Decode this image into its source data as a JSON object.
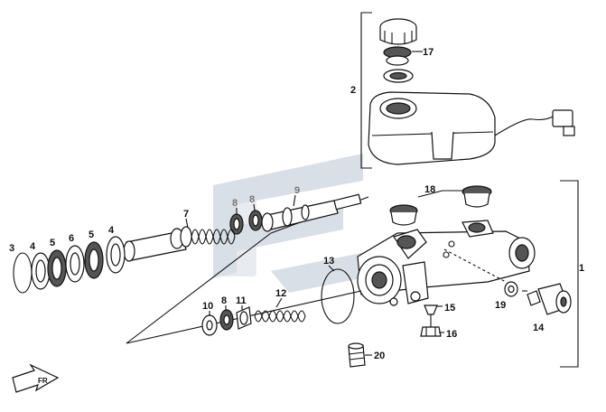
{
  "labels": {
    "p1": "1",
    "p2": "2",
    "p3": "3",
    "p4a": "4",
    "p4b": "4",
    "p5a": "5",
    "p5b": "5",
    "p6": "6",
    "p7": "7",
    "p8a": "8",
    "p8b": "8",
    "p8c": "8",
    "p9": "9",
    "p10": "10",
    "p11": "11",
    "p12": "12",
    "p13": "13",
    "p14": "14",
    "p15": "15",
    "p16": "16",
    "p17": "17",
    "p18": "18",
    "p19": "19",
    "p20": "20"
  },
  "direction_marker": {
    "text": "FR"
  },
  "colors": {
    "line": "#111111",
    "watermark": "#d9dfe6",
    "grey_label": "#777777"
  }
}
